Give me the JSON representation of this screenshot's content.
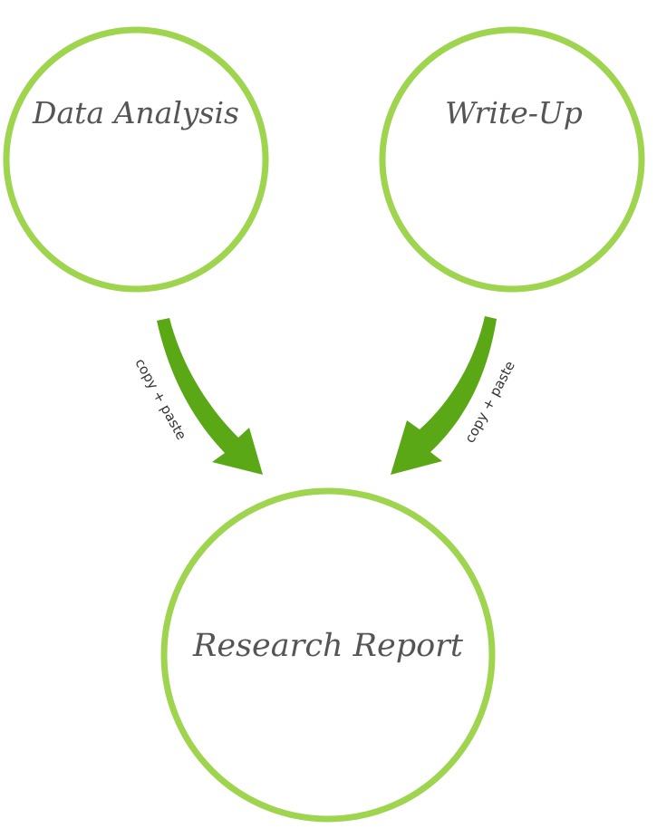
{
  "colors": {
    "circle_stroke": "#9fd44f",
    "arrow_fill": "#5aa815",
    "text": "#555555",
    "background": "#ffffff"
  },
  "nodes": {
    "data_analysis": {
      "label": "Data Analysis"
    },
    "write_up": {
      "label": "Write-Up"
    },
    "research_report": {
      "label": "Research Report"
    }
  },
  "arrows": {
    "left": {
      "label": "copy + paste",
      "icon": "curved-arrow-down-right"
    },
    "right": {
      "label": "copy + paste",
      "icon": "curved-arrow-down-left"
    }
  }
}
